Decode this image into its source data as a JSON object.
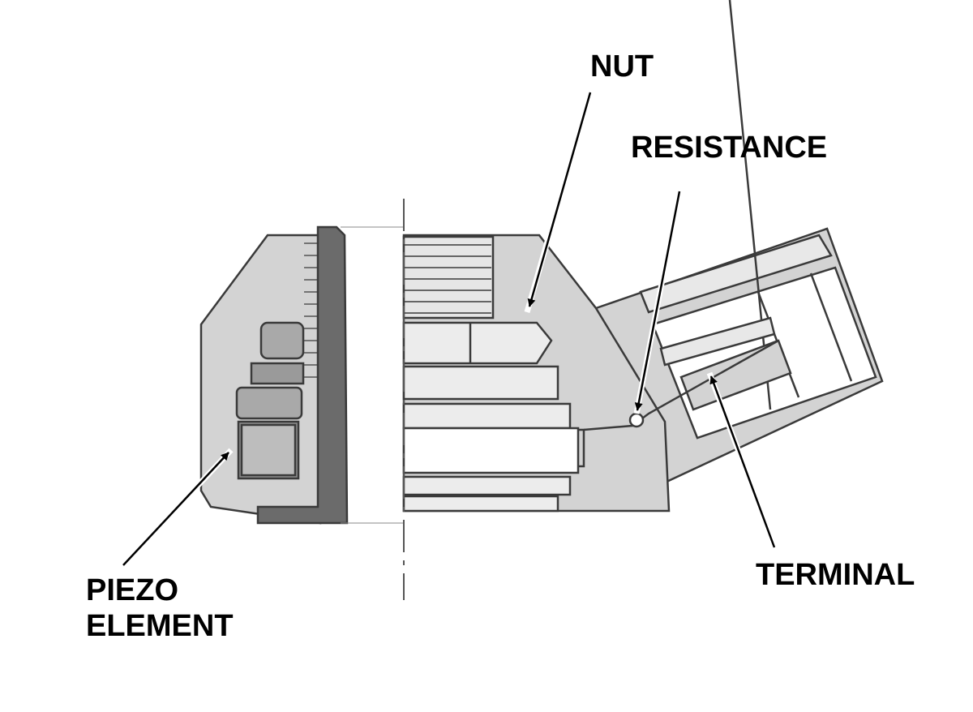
{
  "labels": {
    "nut": "NUT",
    "resistance": "RESISTANCE",
    "terminal": "TERMINAL",
    "piezo_line1": "PIEZO",
    "piezo_line2": "ELEMENT"
  },
  "colors": {
    "housing": "#d3d3d3",
    "dark_section": "#6b6b6b",
    "outline": "#3a3a3a",
    "background": "#ffffff"
  }
}
